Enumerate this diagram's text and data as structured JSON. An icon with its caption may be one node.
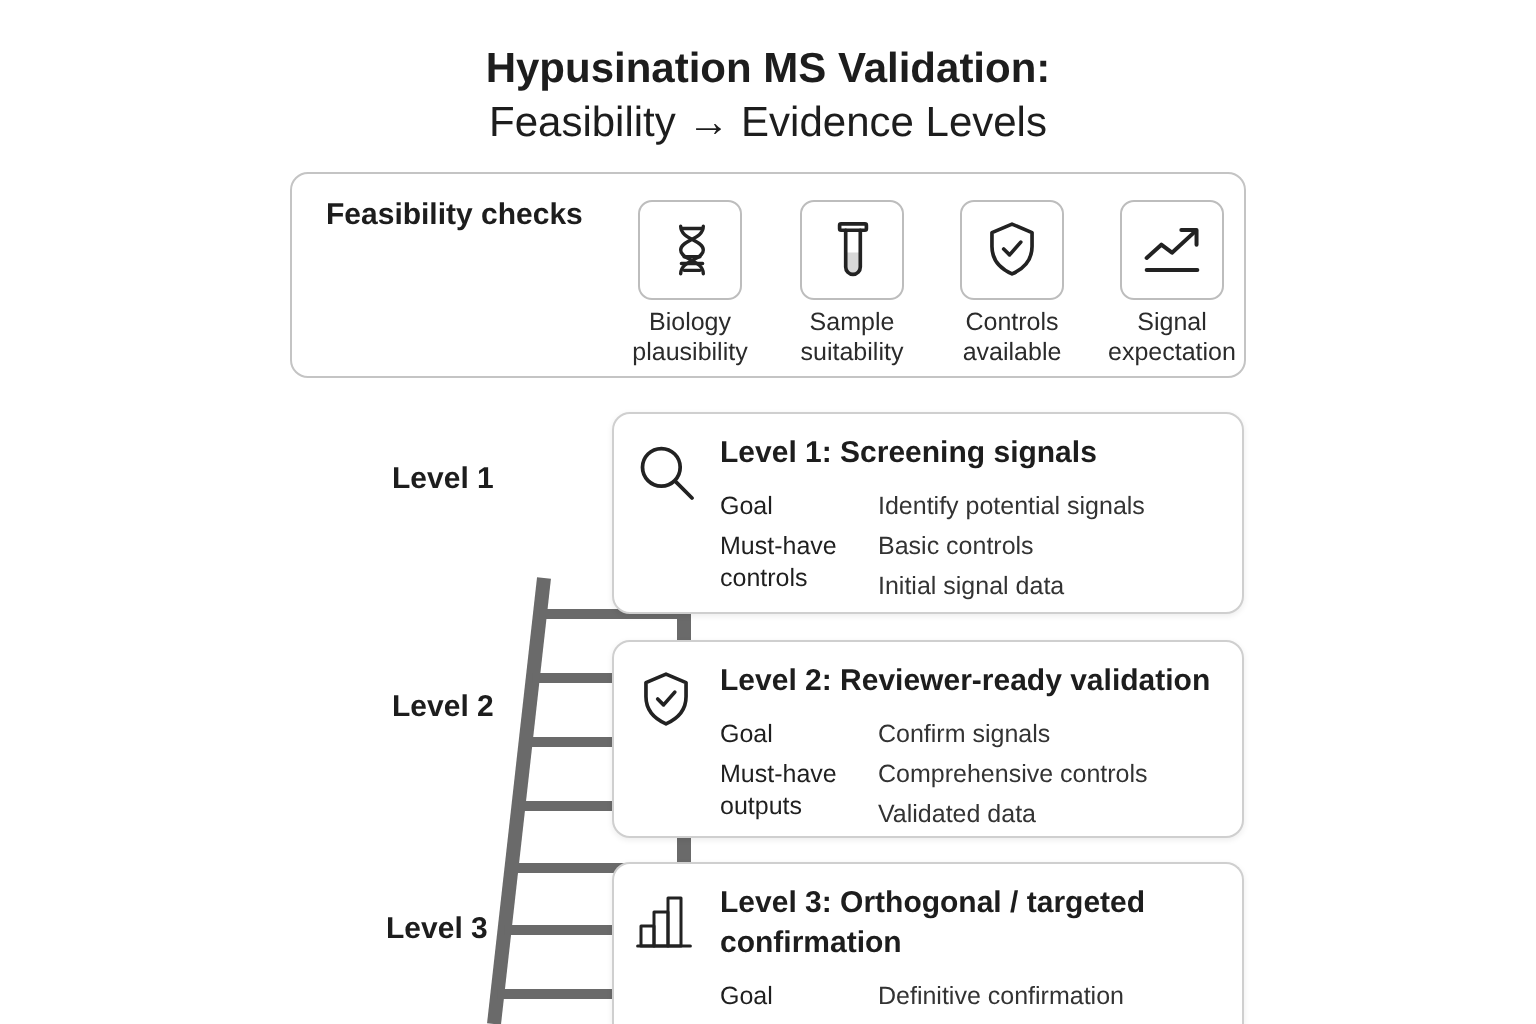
{
  "diagram": {
    "title": "**Hypusination MS Validation:** Feasibility → Evidence Levels",
    "nodes": [
      {
        "text": [
          "Feasibility checks"
        ]
      },
      {
        "text": [],
        "shape": "box",
        "in": 0,
        "beside": [
          "Biology plausibility"
        ]
      },
      {
        "text": [],
        "shape": "box",
        "in": 0,
        "beside": [
          "Sample suitability"
        ]
      },
      {
        "text": [],
        "shape": "box",
        "in": 0,
        "beside": [
          "Controls available"
        ]
      },
      {
        "text": [],
        "shape": "box",
        "in": 0,
        "beside": [
          "Signal expectation"
        ]
      },
      {
        "text": [
          "Level 1: Screening signals",
          "Goal",
          "Identify potential signals",
          "Must-have controls",
          "Basic controls",
          "Initial signal data"
        ]
      },
      {
        "text": [
          "Level 2: Reviewer-ready validation",
          "Goal",
          "Confirm signals",
          "Must-have outputs",
          "Comprehensive controls",
          "Validated data"
        ]
      },
      {
        "text": [
          "Level 3: Orthogonal / targeted confirmation",
          "Goal",
          "Definitive confirmation"
        ]
      }
    ],
    "labels": [
      "Level 1",
      "Level 2",
      "Level 3"
    ]
  }
}
